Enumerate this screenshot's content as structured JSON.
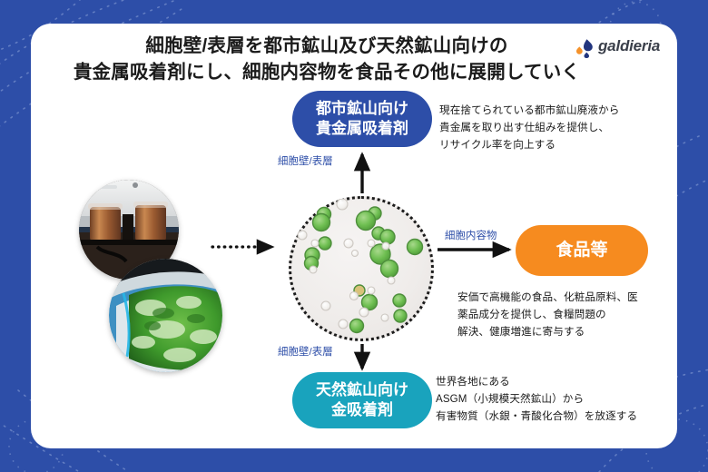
{
  "theme": {
    "background_blue": "#2d4ea8",
    "card_white": "#ffffff",
    "urban_blue": "#2d4ea8",
    "food_orange": "#f68b1f",
    "natural_teal": "#19a3bd",
    "text_dark": "#1b1b1b"
  },
  "header": {
    "title": "細胞壁/表層を都市鉱山及び天然鉱山向けの\n貴金属吸着剤にし、細胞内容物を食品その他に展開していく",
    "logo_text": "galdieria",
    "logo_icon": "droplet-logo-icon"
  },
  "diagram": {
    "source_photos": [
      {
        "name": "bioreactor-photo",
        "caption": ""
      },
      {
        "name": "algae-culture-tank-photo",
        "caption": ""
      }
    ],
    "center": {
      "name": "galdieria-cell-culture-circle",
      "description": "green algae cells"
    },
    "branches": [
      {
        "id": "urban",
        "tag": "細胞壁/表層",
        "pill_label": "都市鉱山向け\n貴金属吸着剤",
        "pill_color": "#2d4ea8",
        "description": "現在捨てられている都市鉱山廃液から\n貴金属を取り出す仕組みを提供し、\nリサイクル率を向上する"
      },
      {
        "id": "food",
        "tag": "細胞内容物",
        "pill_label": "食品等",
        "pill_color": "#f68b1f",
        "description": "安価で高機能の食品、化粧品原料、医\n薬品成分を提供し、食糧問題の\n解決、健康増進に寄与する"
      },
      {
        "id": "natural",
        "tag": "細胞壁/表層",
        "pill_label": "天然鉱山向け\n金吸着剤",
        "pill_color": "#19a3bd",
        "description": "世界各地にある\nASGM（小規模天然鉱山）から\n有害物質（水銀・青酸化合物）を放逐する"
      }
    ],
    "arrows": [
      {
        "name": "dotted-arrow-photos-to-cells",
        "style": "dotted",
        "direction": "right"
      },
      {
        "name": "arrow-cells-to-urban",
        "style": "solid",
        "direction": "up"
      },
      {
        "name": "arrow-cells-to-food",
        "style": "solid",
        "direction": "right"
      },
      {
        "name": "arrow-cells-to-natural",
        "style": "solid",
        "direction": "down"
      }
    ]
  }
}
